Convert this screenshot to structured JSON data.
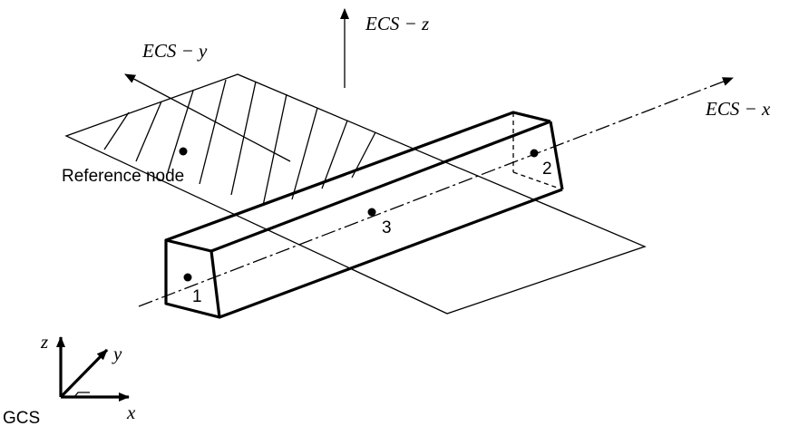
{
  "labels": {
    "ecs_x": "ECS − x",
    "ecs_y": "ECS − y",
    "ecs_z": "ECS − z",
    "reference_node": "Reference node",
    "node_1": "1",
    "node_2": "2",
    "node_3": "3",
    "gcs_x": "x",
    "gcs_y": "y",
    "gcs_z": "z",
    "gcs": "GCS"
  }
}
